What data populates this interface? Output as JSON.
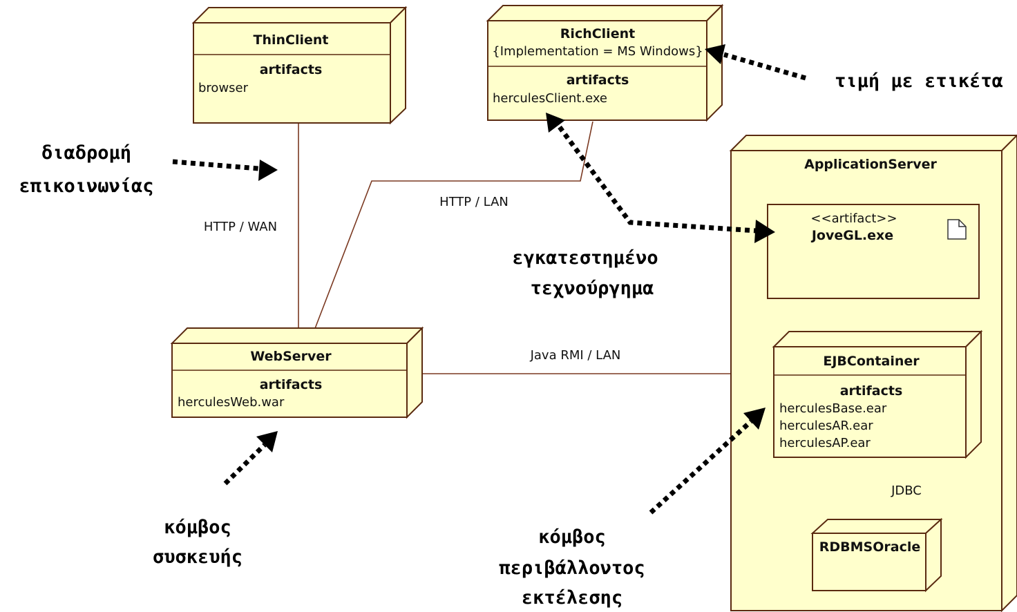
{
  "nodes": {
    "thin_client": {
      "title": "ThinClient",
      "section": "artifacts",
      "items": [
        "browser"
      ]
    },
    "rich_client": {
      "title": "RichClient",
      "tagged_value": "{Implementation = MS Windows}",
      "section": "artifacts",
      "items": [
        "herculesClient.exe"
      ]
    },
    "web_server": {
      "title": "WebServer",
      "section": "artifacts",
      "items": [
        "herculesWeb.war"
      ]
    },
    "application_server": {
      "title": "ApplicationServer"
    },
    "artifact": {
      "stereotype": "<<artifact>>",
      "name": "JoveGL.exe"
    },
    "ejb_container": {
      "title": "EJBContainer",
      "section": "artifacts",
      "items": [
        "herculesBase.ear",
        "herculesAR.ear",
        "herculesAP.ear"
      ]
    },
    "rdbms": {
      "title": "RDBMSOracle"
    }
  },
  "connections": {
    "thin_web": "HTTP / WAN",
    "rich_web": "HTTP / LAN",
    "web_app": "Java RMI / LAN",
    "ejb_rdbms": "JDBC"
  },
  "annotations": {
    "tagged_value": "τιμή με ετικέτα",
    "comm_path": [
      "διαδρομή",
      "επικοινωνίας"
    ],
    "deployed_artifact": [
      "εγκατεστημένο",
      "τεχνούργημα"
    ],
    "device_node": [
      "κόμβος",
      "συσκευής"
    ],
    "exec_env_node": [
      "κόμβος",
      "περιβάλλοντος",
      "εκτέλεσης"
    ]
  }
}
